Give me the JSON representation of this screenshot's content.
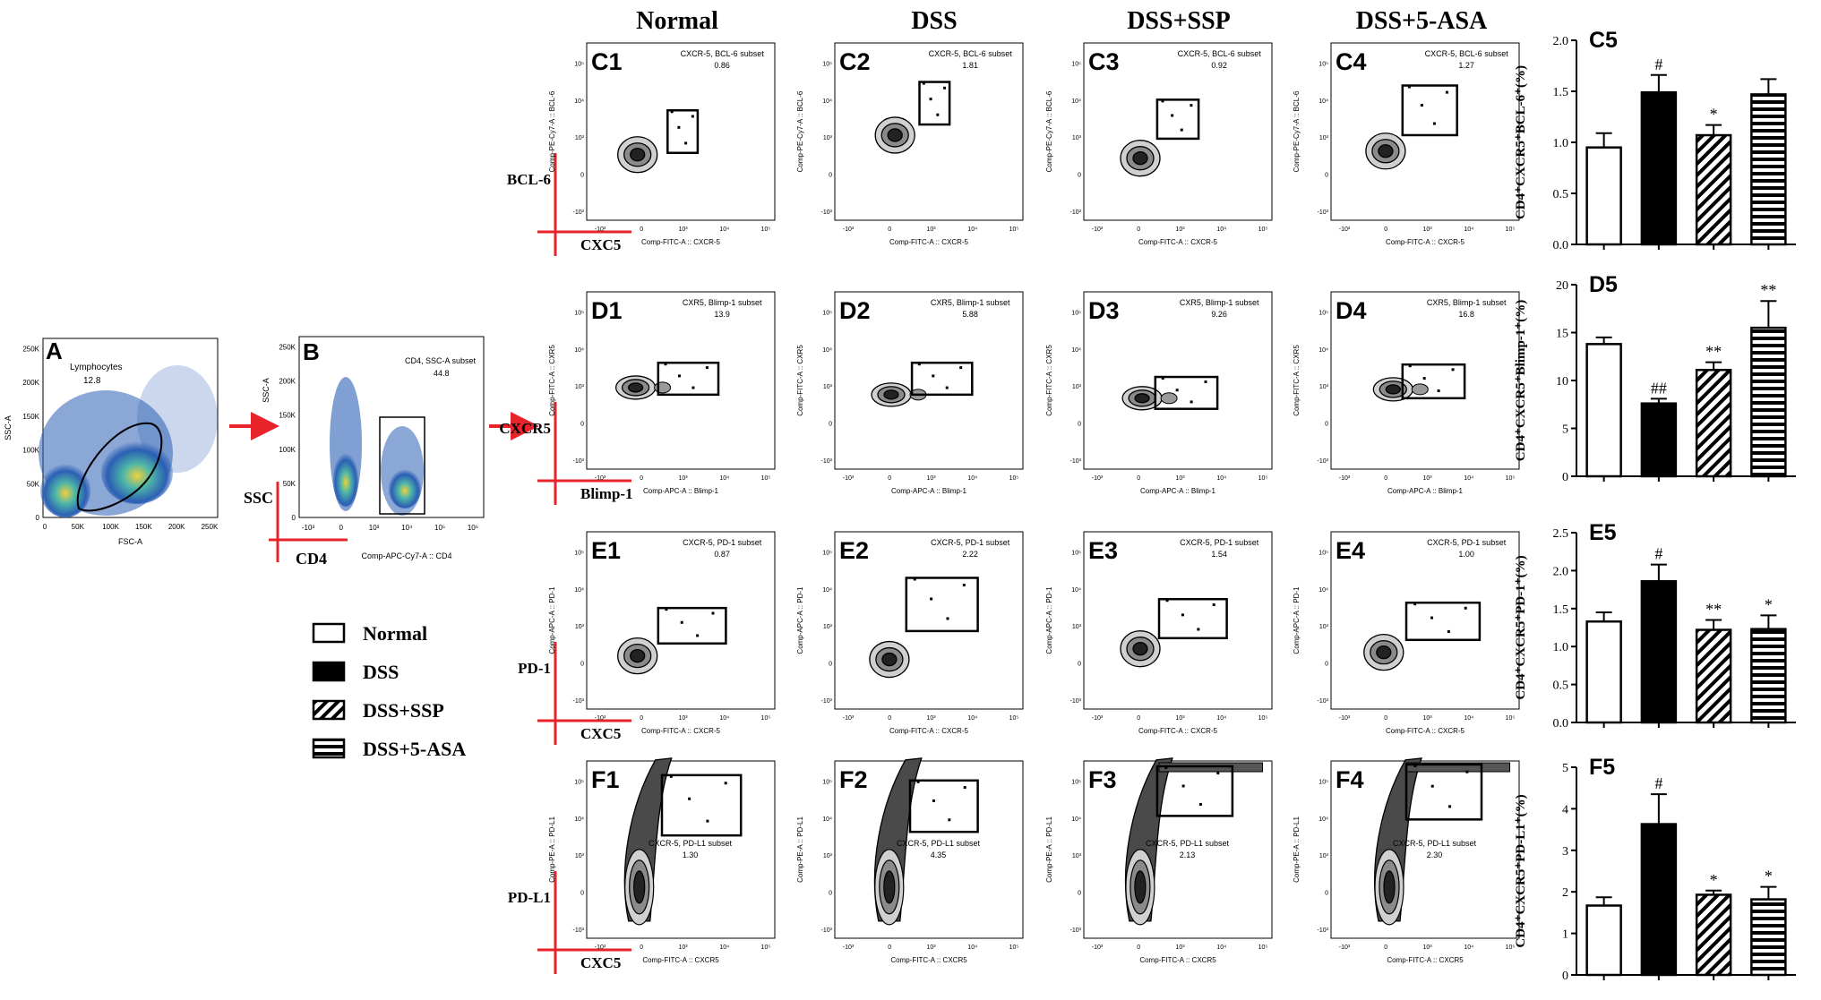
{
  "colors": {
    "arrow": "#e8242b",
    "contour_fill": "#7a7a7a",
    "ink": "#000000",
    "density_low": "#2b5fb4",
    "density_mid": "#4fb7a8",
    "density_high": "#f2d13a"
  },
  "column_headers": [
    "Normal",
    "DSS",
    "DSS+SSP",
    "DSS+5-ASA"
  ],
  "panel_a": {
    "letter": "A",
    "gate_label": "Lymphocytes",
    "gate_value": "12.8",
    "ylabel": "SSC-A",
    "xlabel": "FSC-A",
    "yticks": [
      "0",
      "50K",
      "100K",
      "150K",
      "200K",
      "250K"
    ],
    "xticks": [
      "0",
      "50K",
      "100K",
      "150K",
      "200K",
      "250K"
    ]
  },
  "panel_b": {
    "letter": "B",
    "gate_label": "CD4, SSC-A subset",
    "gate_value": "44.8",
    "ylabel": "SSC-A",
    "xlabel": "Comp-APC-Cy7-A :: CD4",
    "yticks": [
      "0",
      "50K",
      "100K",
      "150K",
      "200K",
      "250K"
    ],
    "xticks": [
      "-10³",
      "0",
      "10³",
      "10⁴",
      "10⁵",
      "10⁶"
    ],
    "axis_y_bold": "SSC",
    "axis_x_bold": "CD4"
  },
  "legend": [
    {
      "label": "Normal",
      "pattern": "open"
    },
    {
      "label": "DSS",
      "pattern": "solid"
    },
    {
      "label": "DSS+SSP",
      "pattern": "diagonal"
    },
    {
      "label": "DSS+5-ASA",
      "pattern": "horizontal"
    }
  ],
  "flow_rows": [
    {
      "id": "C",
      "ylabel_big": "BCL-6",
      "xlabel_big": "CXC5",
      "ylabel": "Comp-PE-Cy7-A :: BCL-6",
      "xlabel": "Comp-FITC-A :: CXCR-5",
      "gate_title": "CXCR-5, BCL-6 subset",
      "panels": [
        {
          "letter": "C1",
          "value": "0.86"
        },
        {
          "letter": "C2",
          "value": "1.81"
        },
        {
          "letter": "C3",
          "value": "0.92"
        },
        {
          "letter": "C4",
          "value": "1.27"
        }
      ]
    },
    {
      "id": "D",
      "ylabel_big": "CXCR5",
      "xlabel_big": "Blimp-1",
      "ylabel": "Comp-FITC-A :: CXR5",
      "xlabel": "Comp-APC-A :: Blimp-1",
      "gate_title": "CXR5, Blimp-1 subset",
      "panels": [
        {
          "letter": "D1",
          "value": "13.9"
        },
        {
          "letter": "D2",
          "value": "5.88"
        },
        {
          "letter": "D3",
          "value": "9.26"
        },
        {
          "letter": "D4",
          "value": "16.8"
        }
      ]
    },
    {
      "id": "E",
      "ylabel_big": "PD-1",
      "xlabel_big": "CXC5",
      "ylabel": "Comp-APC-A :: PD-1",
      "xlabel": "Comp-FITC-A :: CXCR-5",
      "gate_title": "CXCR-5, PD-1 subset",
      "panels": [
        {
          "letter": "E1",
          "value": "0.87"
        },
        {
          "letter": "E2",
          "value": "2.22"
        },
        {
          "letter": "E3",
          "value": "1.54"
        },
        {
          "letter": "E4",
          "value": "1.00"
        }
      ]
    },
    {
      "id": "F",
      "ylabel_big": "PD-L1",
      "xlabel_big": "CXC5",
      "ylabel": "Comp-PE-A :: PD-L1",
      "xlabel": "Comp-FITC-A :: CXCR5",
      "gate_title": "CXCR-5, PD-L1 subset",
      "panels": [
        {
          "letter": "F1",
          "value": "1.30"
        },
        {
          "letter": "F2",
          "value": "4.35"
        },
        {
          "letter": "F3",
          "value": "2.13"
        },
        {
          "letter": "F4",
          "value": "2.30"
        }
      ]
    }
  ],
  "flow_ticks": {
    "y": [
      "-10³",
      "0",
      "10³",
      "10⁴",
      "10⁵"
    ],
    "x": [
      "-10³",
      "0",
      "10³",
      "10⁴",
      "10⁵"
    ]
  },
  "chart_data": [
    {
      "type": "bar",
      "letter": "C5",
      "ylabel": "CD4⁺CXCR5⁺BCL-6⁺(%)",
      "ylim": [
        0,
        2.0
      ],
      "yticks": [
        0.0,
        0.5,
        1.0,
        1.5,
        2.0
      ],
      "ytick_labels": [
        "0.0",
        "0.5",
        "1.0",
        "1.5",
        "2.0"
      ],
      "categories": [
        "Normal",
        "DSS",
        "DSS+SSP",
        "DSS+5-ASA"
      ],
      "values": [
        0.95,
        1.49,
        1.07,
        1.47
      ],
      "errors": [
        0.14,
        0.17,
        0.1,
        0.15
      ],
      "annotations": [
        "",
        "#",
        "*",
        ""
      ]
    },
    {
      "type": "bar",
      "letter": "D5",
      "ylabel": "CD4⁺CXCR5⁺Blimp-1⁺(%)",
      "ylim": [
        0,
        20
      ],
      "yticks": [
        0,
        5,
        10,
        15,
        20
      ],
      "ytick_labels": [
        "0",
        "5",
        "10",
        "15",
        "20"
      ],
      "categories": [
        "Normal",
        "DSS",
        "DSS+SSP",
        "DSS+5-ASA"
      ],
      "values": [
        13.8,
        7.6,
        11.1,
        15.5
      ],
      "errors": [
        0.7,
        0.5,
        0.8,
        2.8
      ],
      "annotations": [
        "",
        "##",
        "**",
        "**"
      ]
    },
    {
      "type": "bar",
      "letter": "E5",
      "ylabel": "CD4⁺CXCR5⁺PD-1⁺(%)",
      "ylim": [
        0,
        2.5
      ],
      "yticks": [
        0.0,
        0.5,
        1.0,
        1.5,
        2.0,
        2.5
      ],
      "ytick_labels": [
        "0.0",
        "0.5",
        "1.0",
        "1.5",
        "2.0",
        "2.5"
      ],
      "categories": [
        "Normal",
        "DSS",
        "DSS+SSP",
        "DSS+5-ASA"
      ],
      "values": [
        1.33,
        1.86,
        1.22,
        1.23
      ],
      "errors": [
        0.12,
        0.22,
        0.13,
        0.18
      ],
      "annotations": [
        "",
        "#",
        "**",
        "*"
      ]
    },
    {
      "type": "bar",
      "letter": "F5",
      "ylabel": "CD4⁺CXCR5⁺PD-L1⁺(%)",
      "ylim": [
        0,
        5
      ],
      "yticks": [
        0,
        1,
        2,
        3,
        4,
        5
      ],
      "ytick_labels": [
        "0",
        "1",
        "2",
        "3",
        "4",
        "5"
      ],
      "categories": [
        "Normal",
        "DSS",
        "DSS+SSP",
        "DSS+5-ASA"
      ],
      "values": [
        1.67,
        3.63,
        1.93,
        1.82
      ],
      "errors": [
        0.2,
        0.72,
        0.1,
        0.3
      ],
      "annotations": [
        "",
        "#",
        "*",
        "*"
      ]
    }
  ]
}
